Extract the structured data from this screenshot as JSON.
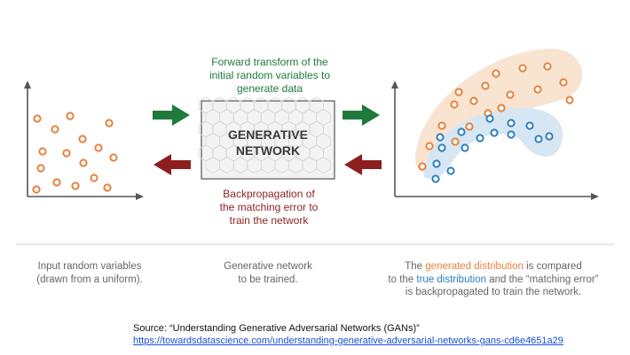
{
  "forward_label": {
    "line1": "Forward transform of the",
    "line2": "initial random variables to",
    "line3": "generate data"
  },
  "network_label": {
    "line1": "GENERATIVE",
    "line2": "NETWORK"
  },
  "backprop_label": {
    "line1": "Backpropagation of",
    "line2": "the matching error to",
    "line3": "train the network"
  },
  "captions": {
    "input": {
      "line1": "Input random variables",
      "line2": "(drawn from a uniform)."
    },
    "network": {
      "line1": "Generative network",
      "line2": "to be trained."
    },
    "result": {
      "part1": "The ",
      "generated": "generated distribution",
      "part2": " is compared",
      "part3": "to the ",
      "true": "true distribution",
      "part4": " and the “matching error”",
      "line3": "is backpropagated to train the network."
    }
  },
  "source": {
    "text": "Source: “Understanding Generative Adversarial Networks (GANs)”",
    "url": "https://towardsdatascience.com/understanding-generative-adversarial-networks-gans-cd6e4651a29"
  },
  "colors": {
    "green": "#1f7a3c",
    "red": "#8e1f1f",
    "orange": "#e8823c",
    "blue": "#2f7fc1",
    "orange_band": "#f9e4d2",
    "blue_band": "#d7e6f3",
    "caption_gray": "#666666",
    "axis": "#555555"
  }
}
